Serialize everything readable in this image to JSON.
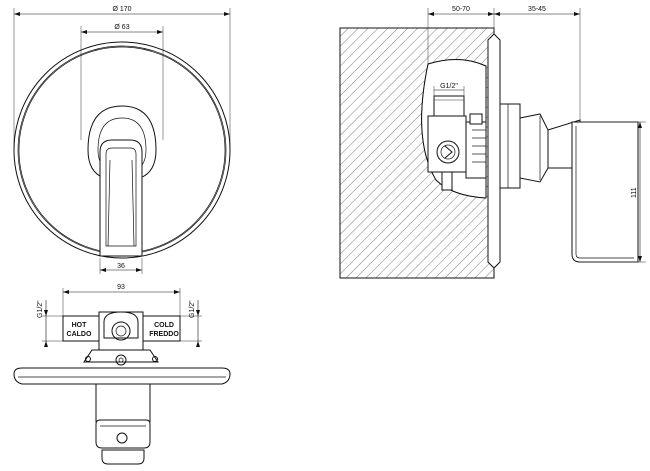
{
  "front_view": {
    "dim_outer_diameter": "Ø 170",
    "dim_inner_diameter": "Ø 63",
    "dim_handle_width": "36"
  },
  "top_view": {
    "dim_connection_spacing": "93",
    "dim_left_thread": "G1/2\"",
    "dim_right_thread": "G1/2\"",
    "label_hot": "HOT",
    "label_hot_it": "CALDO",
    "label_cold": "COLD",
    "label_cold_it": "FREDDO"
  },
  "side_view": {
    "dim_wall_depth": "50-70",
    "dim_projection": "35-45",
    "dim_height": "111",
    "dim_thread": "G1/2\""
  }
}
